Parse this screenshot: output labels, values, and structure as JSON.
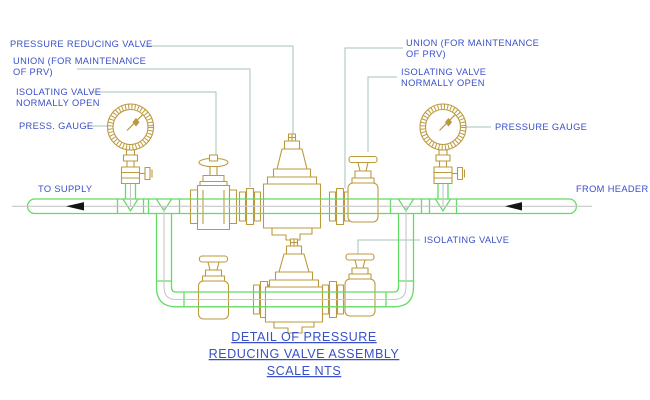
{
  "colors": {
    "text": "#3a50c8",
    "pipe": "#63dc63",
    "valve": "#bb9a3e",
    "leader": "#a3c3ba",
    "centerline": "#c7c7c7",
    "arrow": "#141414",
    "bg": "#ffffff"
  },
  "labels": {
    "pressure_reducing_valve": "PRESSURE REDUCING VALVE",
    "union_left_line1": "UNION (FOR MAINTENANCE",
    "union_left_line2": "OF PRV)",
    "isolating_left_line1": "ISOLATING VALVE",
    "isolating_left_line2": "NORMALLY OPEN",
    "press_gauge_left": "PRESS. GAUGE",
    "union_right_line1": "UNION (FOR MAINTENANCE",
    "union_right_line2": "OF PRV)",
    "isolating_right_line1": "ISOLATING VALVE",
    "isolating_right_line2": "NORMALLY OPEN",
    "pressure_gauge_right": "PRESSURE GAUGE",
    "to_supply": "TO SUPPLY",
    "from_header": "FROM HEADER",
    "isolating_bypass": "ISOLATING VALVE"
  },
  "title": {
    "line1": "DETAIL OF PRESSURE",
    "line2": "REDUCING VALVE ASSEMBLY",
    "line3": "SCALE NTS"
  }
}
